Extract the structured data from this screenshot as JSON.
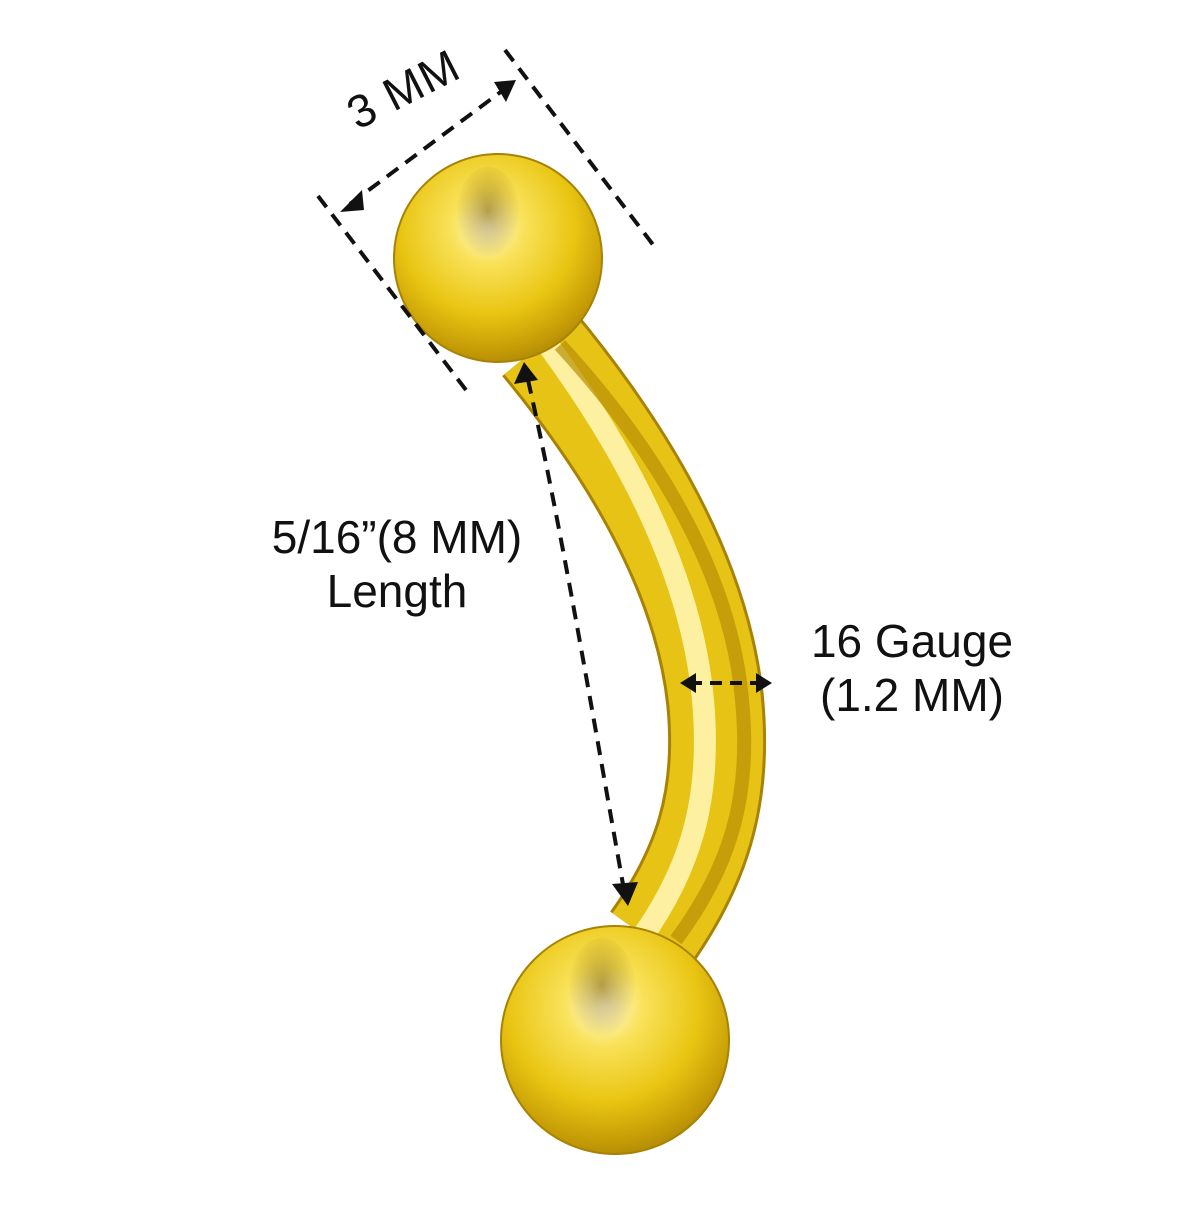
{
  "diagram": {
    "product": "curved barbell",
    "colors": {
      "gold_light": "#fff6b0",
      "gold_mid": "#f2d21e",
      "gold_dark": "#b08a06",
      "dimension_line": "#111111",
      "background": "#ffffff"
    },
    "labels": {
      "ball_size": "3 MM",
      "length_value": "5/16”(8 MM)",
      "length_word": "Length",
      "gauge_value": "16 Gauge",
      "gauge_mm": "(1.2 MM)"
    }
  }
}
